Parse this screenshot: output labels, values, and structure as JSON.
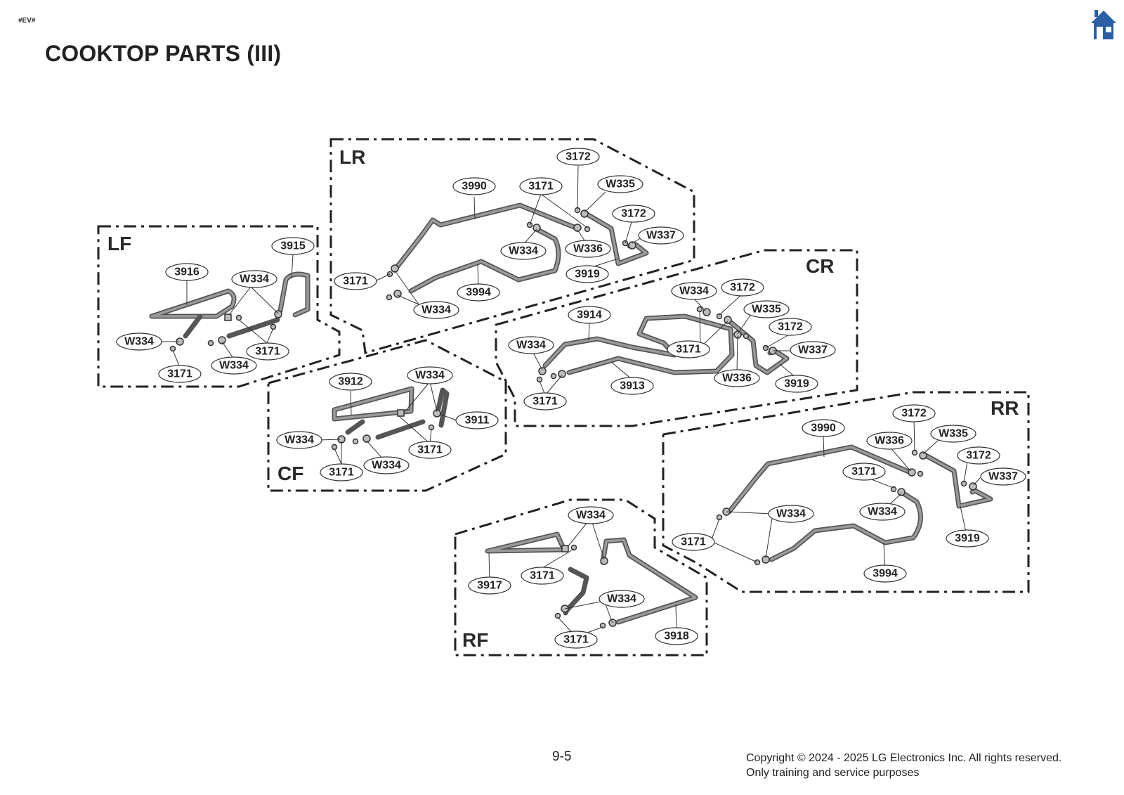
{
  "header": {
    "tag": "#EV#",
    "title": "COOKTOP PARTS (III)"
  },
  "icons": {
    "home": "home-icon"
  },
  "colors": {
    "home": "#2a5fa5",
    "tube": "#555555",
    "frame": "#222222"
  },
  "zones": [
    {
      "id": "LF",
      "label": "LF"
    },
    {
      "id": "LR",
      "label": "LR"
    },
    {
      "id": "CF",
      "label": "CF"
    },
    {
      "id": "CR",
      "label": "CR"
    },
    {
      "id": "RF",
      "label": "RF"
    },
    {
      "id": "RR",
      "label": "RR"
    }
  ],
  "callouts": {
    "LF": [
      "3915",
      "3916",
      "W334",
      "W334",
      "3171",
      "3171",
      "W334"
    ],
    "LR": [
      "3172",
      "3990",
      "3171",
      "W335",
      "3172",
      "W337",
      "W334",
      "W336",
      "3919",
      "3171",
      "3994",
      "W334"
    ],
    "CF": [
      "3912",
      "W334",
      "3911",
      "W334",
      "3171",
      "3171",
      "W334"
    ],
    "CR": [
      "W334",
      "3172",
      "W335",
      "3914",
      "3172",
      "W337",
      "W334",
      "3171",
      "W336",
      "3919",
      "3913",
      "3171"
    ],
    "RF": [
      "W334",
      "3917",
      "3171",
      "W334",
      "3171",
      "3918"
    ],
    "RR": [
      "3172",
      "3990",
      "W336",
      "W335",
      "3172",
      "3171",
      "W337",
      "W334",
      "W334",
      "3171",
      "3919",
      "3994"
    ]
  },
  "footer": {
    "page_number": "9-5",
    "copyright": "Copyright © 2024 - 2025 LG Electronics Inc. All rights reserved.",
    "note": "Only training and service purposes"
  }
}
